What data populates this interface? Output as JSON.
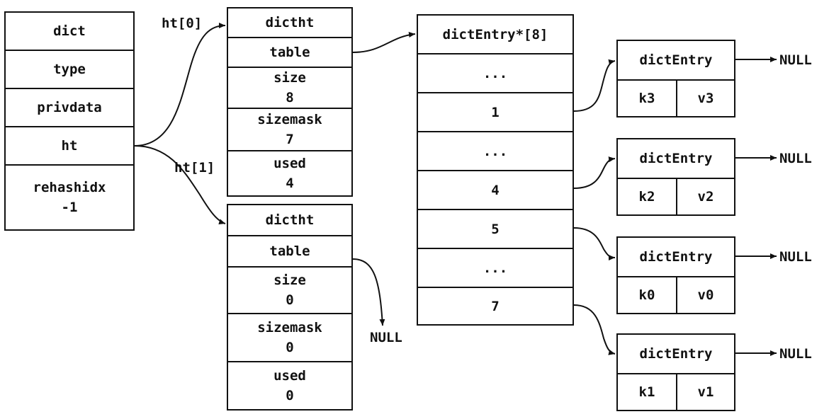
{
  "dict": {
    "title": "dict",
    "fields": [
      "type",
      "privdata",
      "ht"
    ],
    "rehashidx_label": "rehashidx",
    "rehashidx_value": "-1"
  },
  "labels": {
    "ht0": "ht[0]",
    "ht1": "ht[1]",
    "null": "NULL"
  },
  "ht0": {
    "title": "dictht",
    "table": "table",
    "size_label": "size",
    "size_value": "8",
    "sizemask_label": "sizemask",
    "sizemask_value": "7",
    "used_label": "used",
    "used_value": "4"
  },
  "ht1": {
    "title": "dictht",
    "table": "table",
    "size_label": "size",
    "size_value": "0",
    "sizemask_label": "sizemask",
    "sizemask_value": "0",
    "used_label": "used",
    "used_value": "0"
  },
  "table_array": {
    "title": "dictEntry*[8]",
    "slots": [
      "...",
      "1",
      "...",
      "4",
      "5",
      "...",
      "7"
    ]
  },
  "entries": [
    {
      "title": "dictEntry",
      "key": "k3",
      "value": "v3"
    },
    {
      "title": "dictEntry",
      "key": "k2",
      "value": "v2"
    },
    {
      "title": "dictEntry",
      "key": "k0",
      "value": "v0"
    },
    {
      "title": "dictEntry",
      "key": "k1",
      "value": "v1"
    }
  ]
}
